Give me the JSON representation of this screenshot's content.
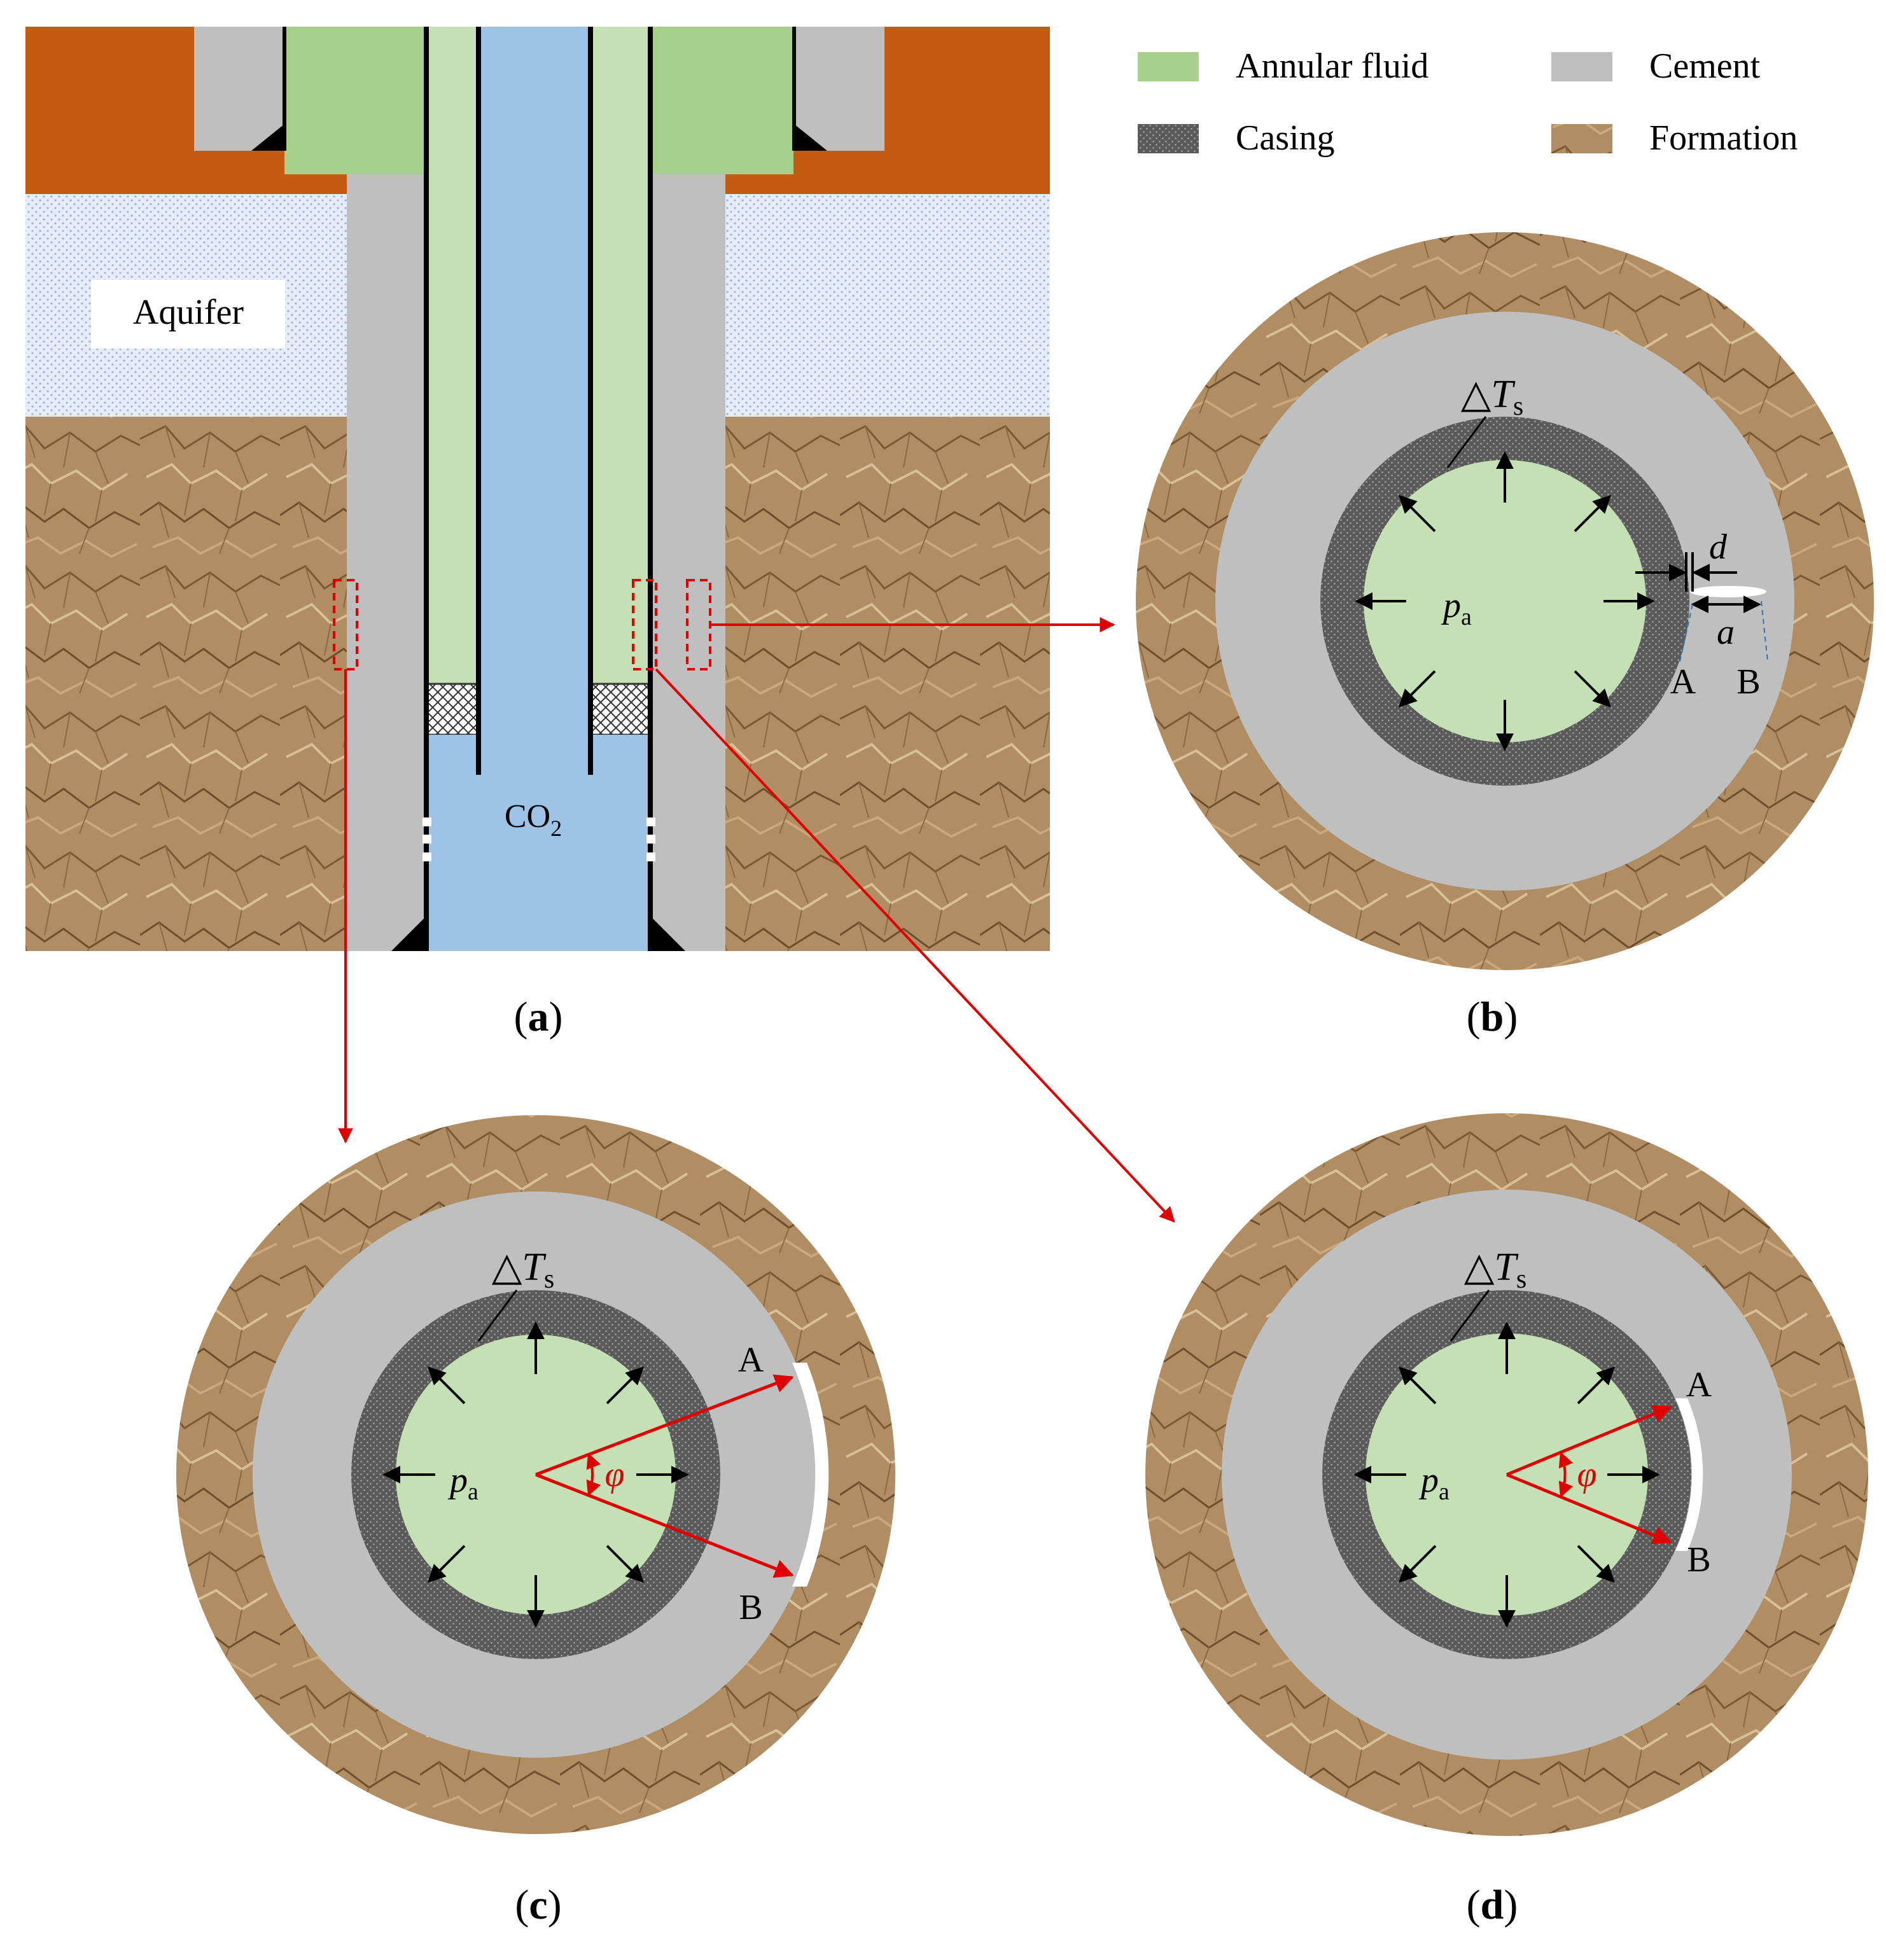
{
  "legend": {
    "annular_fluid": "Annular fluid",
    "cement": "Cement",
    "casing": "Casing",
    "formation": "Formation"
  },
  "well": {
    "aquifer_label": "Aquifer",
    "co2_label": "CO",
    "co2_sub": "2"
  },
  "panels": {
    "a": "a",
    "b": "b",
    "c": "c",
    "d": "d"
  },
  "symbols": {
    "delta": "△",
    "T": "T",
    "T_sub": "s",
    "p": "p",
    "p_sub": "a",
    "d": "d",
    "a": "a",
    "point_A": "A",
    "point_B": "B",
    "phi": "φ"
  },
  "colors": {
    "annular_fluid": "#a8d08d",
    "fluid_inner": "#c5e0b4",
    "co2": "#9dc3e6",
    "cement": "#bfbfbf",
    "casing": "#595959",
    "formation": "#b08d62",
    "orange": "#c55a11",
    "aquifer": "#dae3f3",
    "red": "#e00000"
  }
}
